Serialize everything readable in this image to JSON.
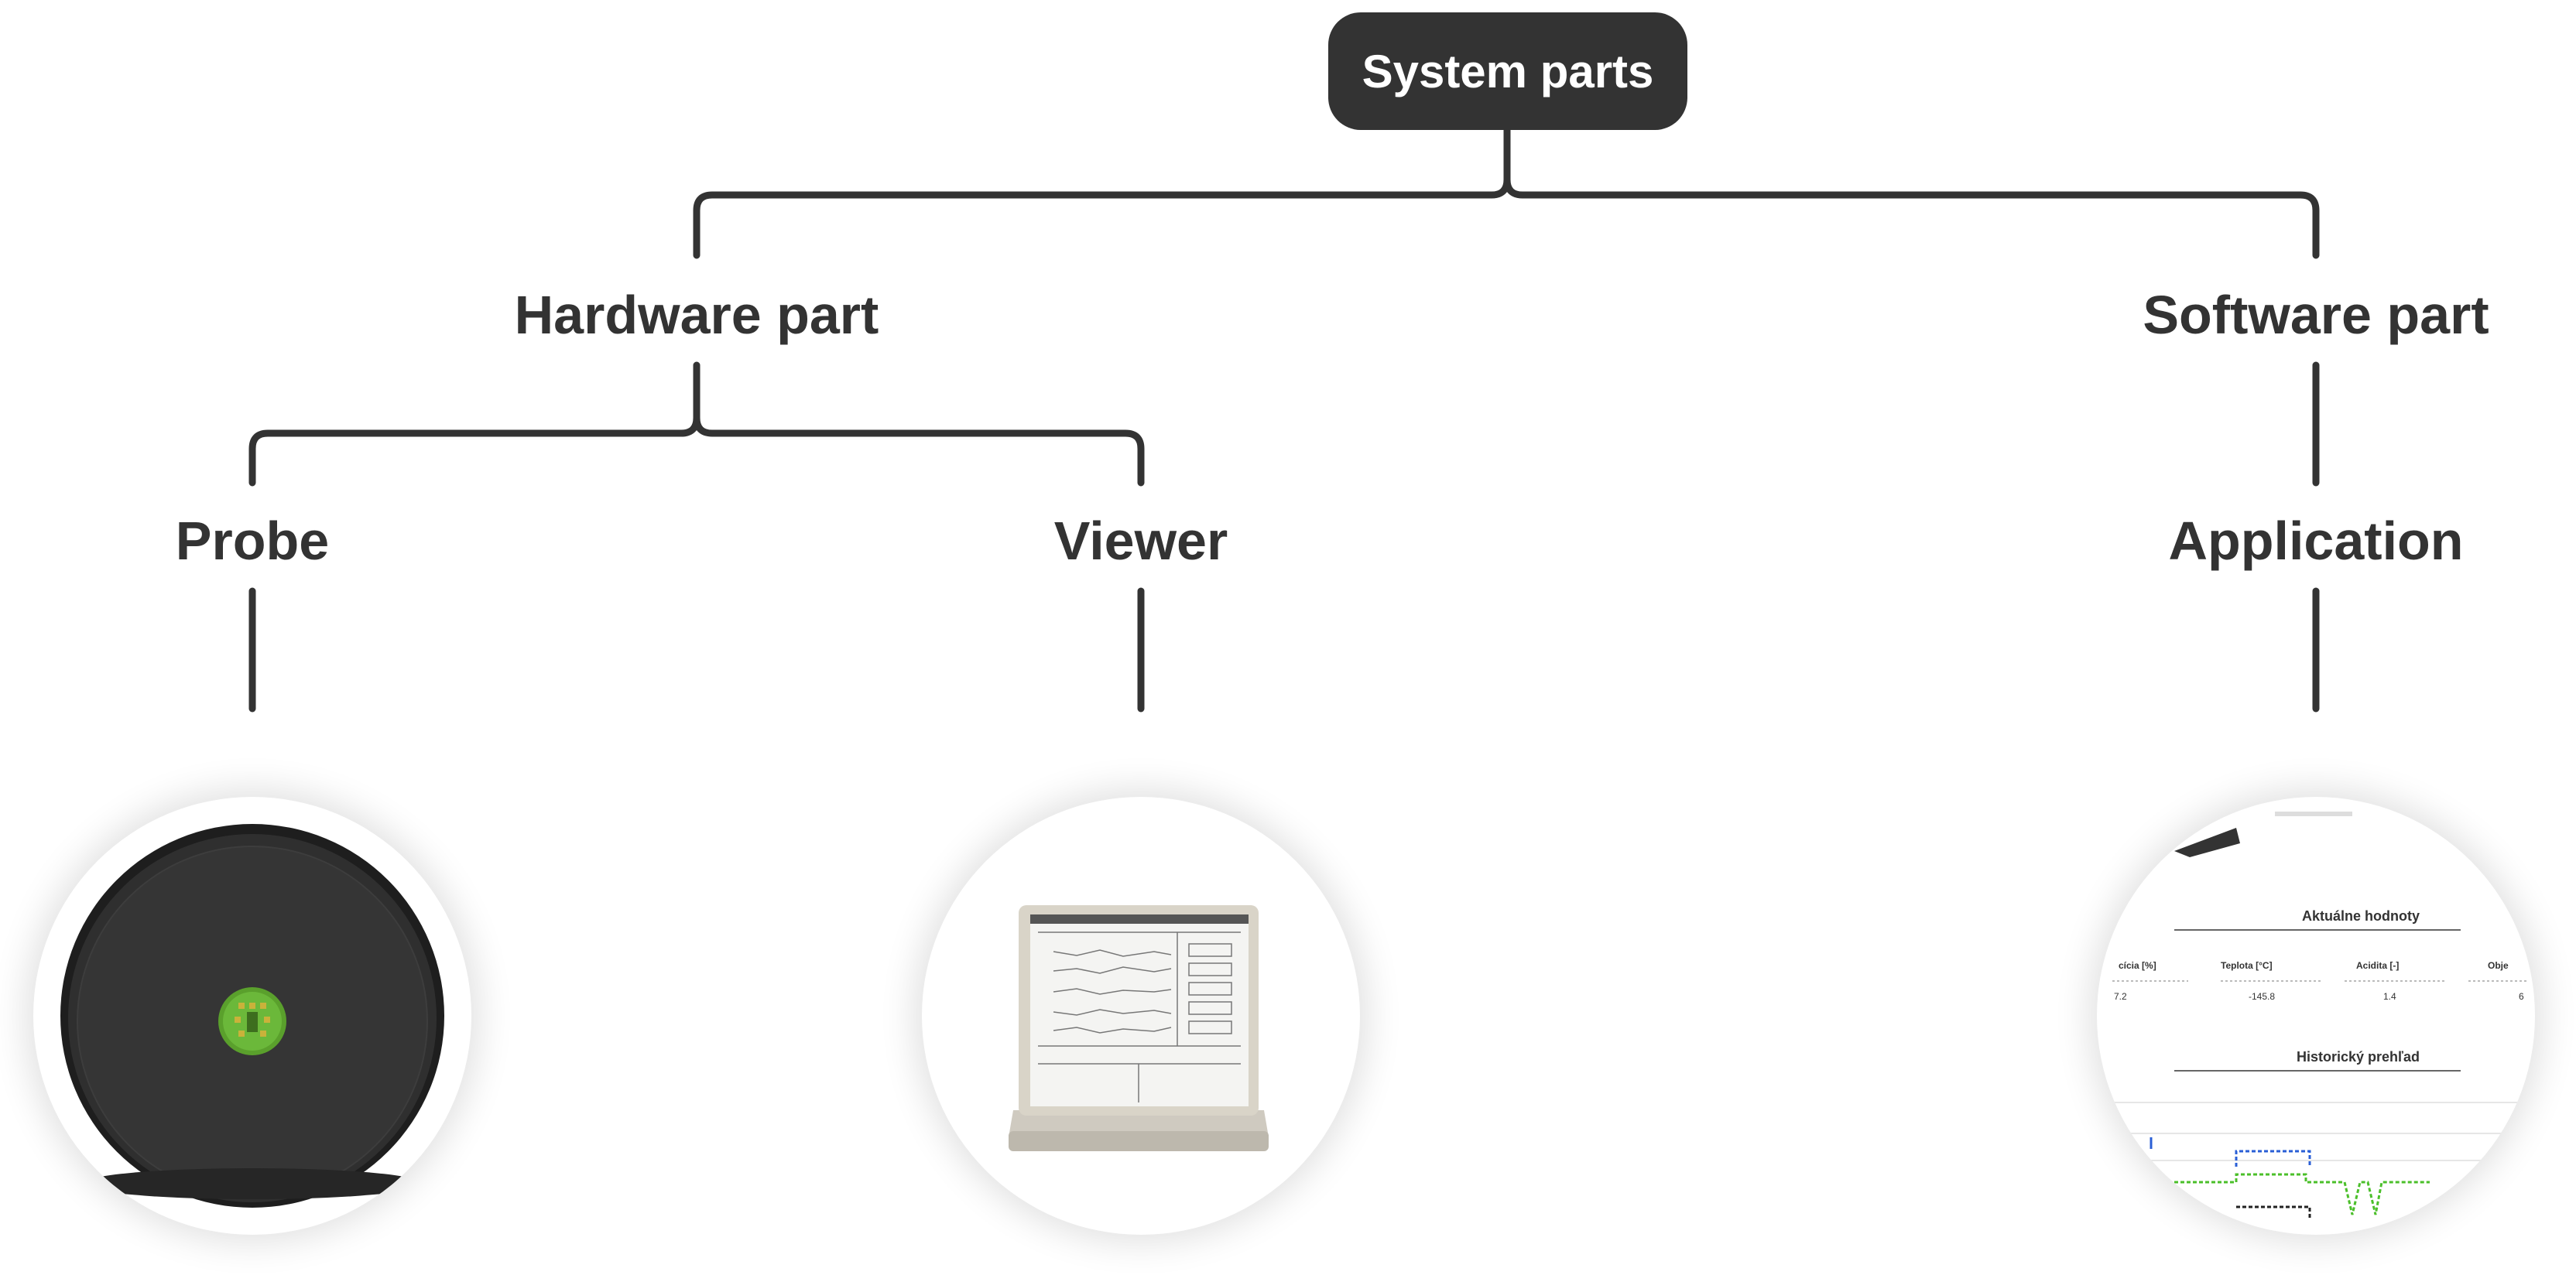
{
  "diagram": {
    "root": {
      "label": "System parts"
    },
    "branches": [
      {
        "label": "Hardware part",
        "children": [
          {
            "label": "Probe"
          },
          {
            "label": "Viewer"
          }
        ]
      },
      {
        "label": "Software part",
        "children": [
          {
            "label": "Application"
          }
        ]
      }
    ]
  },
  "application_preview": {
    "current_values_title": "Aktuálne hodnoty",
    "historical_title": "Historický prehľad",
    "columns": [
      "cícia [%]",
      "Teplota [°C]",
      "Acidita [-]",
      "Obje"
    ],
    "values": [
      "7.2",
      "-145.8",
      "1.4",
      "6"
    ]
  },
  "colors": {
    "node_fill": "#333333",
    "node_text": "#ffffff",
    "line": "#333333",
    "pcb_green": "#5aa02c"
  }
}
